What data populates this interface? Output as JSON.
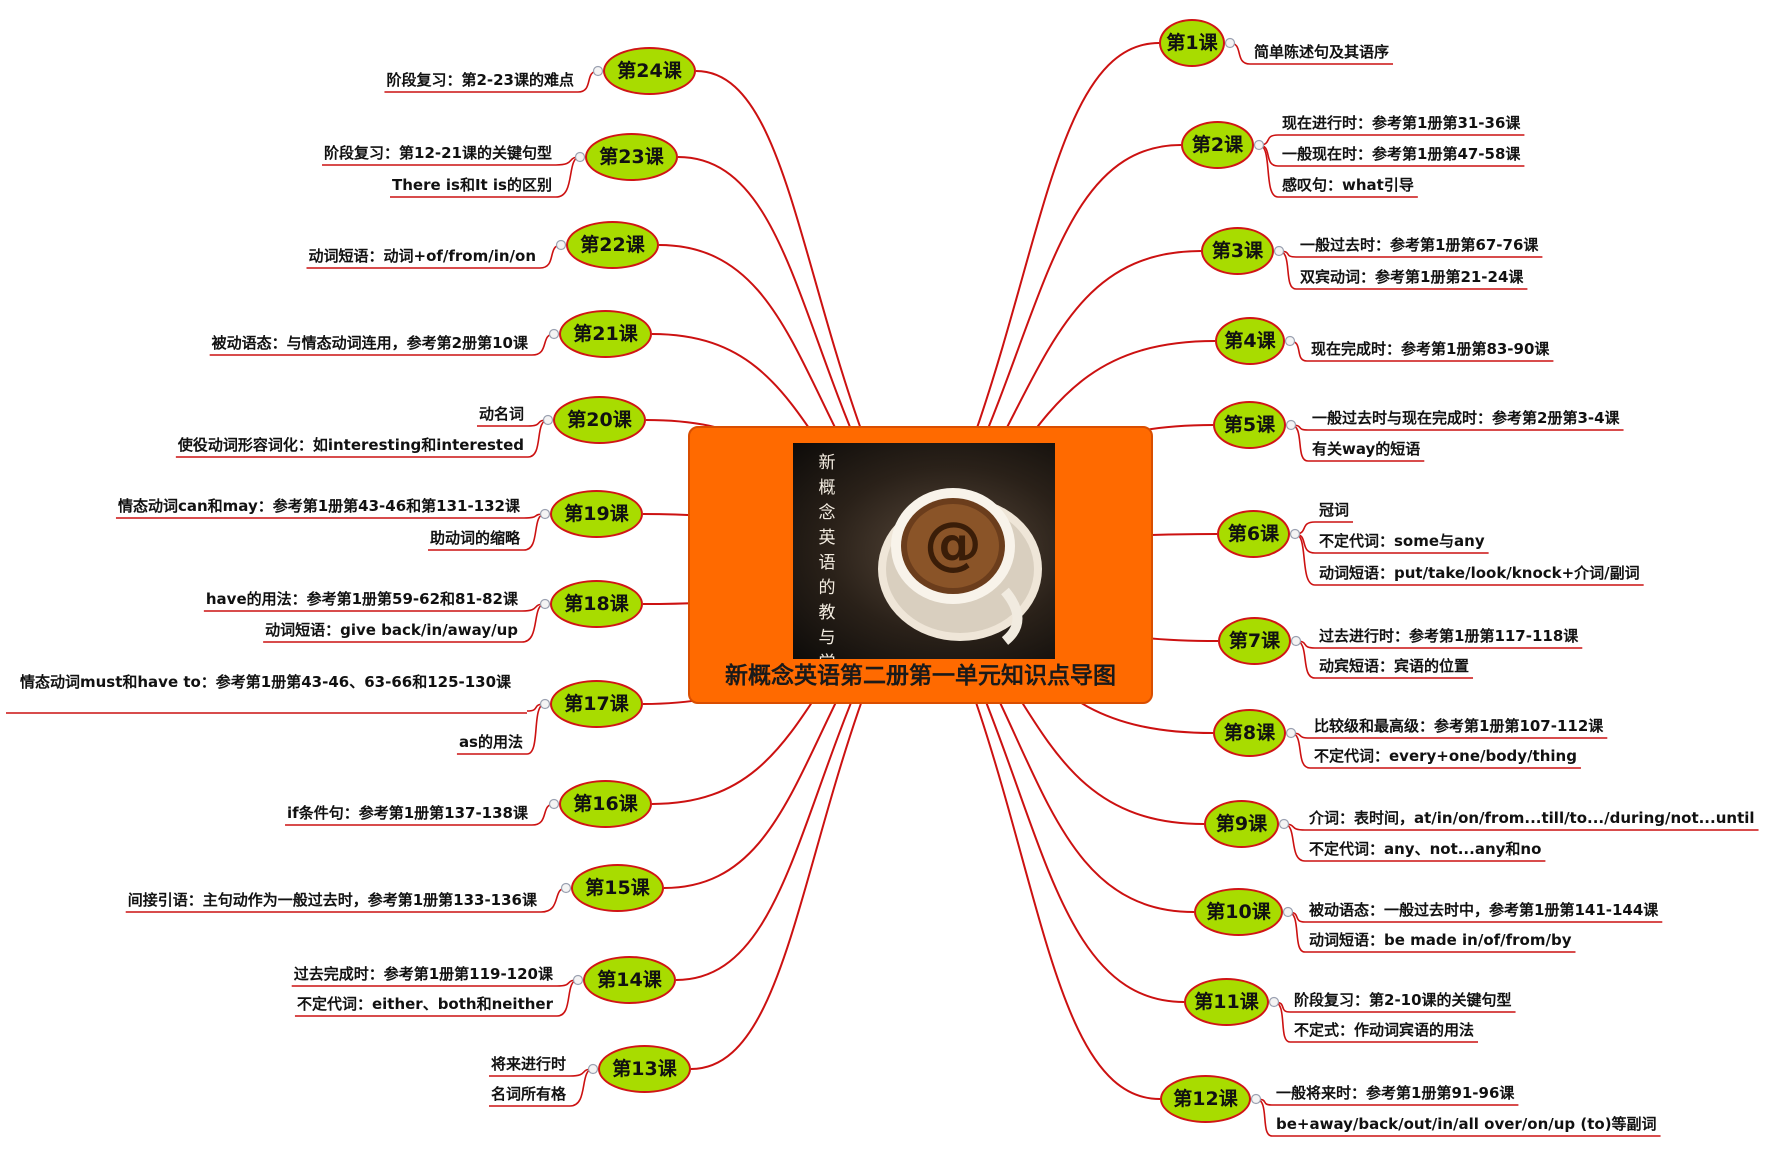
{
  "center": {
    "title": "新概念英语第二册第一单元知识点导图",
    "image_text": [
      "新",
      "概",
      "念",
      "英",
      "语",
      "的",
      "教",
      "与",
      "学"
    ],
    "image_symbol": "@"
  },
  "colors": {
    "connector": "#cc1111",
    "center_fill": "#ff6a00",
    "lesson_fill": "#a8dc00",
    "lesson_border": "#d01515"
  },
  "lessons": [
    {
      "label": "第1课",
      "topics": [
        "简单陈述句及其语序"
      ]
    },
    {
      "label": "第2课",
      "topics": [
        "现在进行时：参考第1册第31-36课",
        "一般现在时：参考第1册第47-58课",
        "感叹句：what引导"
      ]
    },
    {
      "label": "第3课",
      "topics": [
        "一般过去时：参考第1册第67-76课",
        "双宾动词：参考第1册第21-24课"
      ]
    },
    {
      "label": "第4课",
      "topics": [
        "现在完成时：参考第1册第83-90课"
      ]
    },
    {
      "label": "第5课",
      "topics": [
        "一般过去时与现在完成时：参考第2册第3-4课",
        "有关way的短语"
      ]
    },
    {
      "label": "第6课",
      "topics": [
        "冠词",
        "不定代词：some与any",
        "动词短语：put/take/look/knock+介词/副词"
      ]
    },
    {
      "label": "第7课",
      "topics": [
        "过去进行时：参考第1册第117-118课",
        "动宾短语：宾语的位置"
      ]
    },
    {
      "label": "第8课",
      "topics": [
        "比较级和最高级：参考第1册第107-112课",
        "不定代词：every+one/body/thing"
      ]
    },
    {
      "label": "第9课",
      "topics": [
        "介词：表时间，at/in/on/from...till/to.../during/not...until",
        "不定代词：any、not...any和no"
      ]
    },
    {
      "label": "第10课",
      "topics": [
        "被动语态：一般过去时中，参考第1册第141-144课",
        "动词短语：be made in/of/from/by"
      ]
    },
    {
      "label": "第11课",
      "topics": [
        "阶段复习：第2-10课的关键句型",
        "不定式：作动词宾语的用法"
      ]
    },
    {
      "label": "第12课",
      "topics": [
        "一般将来时：参考第1册第91-96课",
        "be+away/back/out/in/all over/on/up (to)等副词"
      ]
    },
    {
      "label": "第13课",
      "topics": [
        "将来进行时",
        "名词所有格"
      ]
    },
    {
      "label": "第14课",
      "topics": [
        "过去完成时：参考第1册第119-120课",
        "不定代词：either、both和neither"
      ]
    },
    {
      "label": "第15课",
      "topics": [
        "间接引语：主句动作为一般过去时，参考第1册第133-136课"
      ]
    },
    {
      "label": "第16课",
      "topics": [
        "if条件句：参考第1册第137-138课"
      ]
    },
    {
      "label": "第17课",
      "topics": [
        "情态动词must和have to：参考第1册第43-46、63-66和125-130课",
        "as的用法"
      ]
    },
    {
      "label": "第18课",
      "topics": [
        "have的用法：参考第1册第59-62和81-82课",
        "动词短语：give back/in/away/up"
      ]
    },
    {
      "label": "第19课",
      "topics": [
        "情态动词can和may：参考第1册第43-46和第131-132课",
        "助动词的缩略"
      ]
    },
    {
      "label": "第20课",
      "topics": [
        "动名词",
        "使役动词形容词化：如interesting和interested"
      ]
    },
    {
      "label": "第21课",
      "topics": [
        "被动语态：与情态动词连用，参考第2册第10课"
      ]
    },
    {
      "label": "第22课",
      "topics": [
        "动词短语：动词+of/from/in/on"
      ]
    },
    {
      "label": "第23课",
      "topics": [
        "阶段复习：第12-21课的关键句型",
        "There is和It is的区别"
      ]
    },
    {
      "label": "第24课",
      "topics": [
        "阶段复习：第2-23课的难点"
      ]
    }
  ]
}
